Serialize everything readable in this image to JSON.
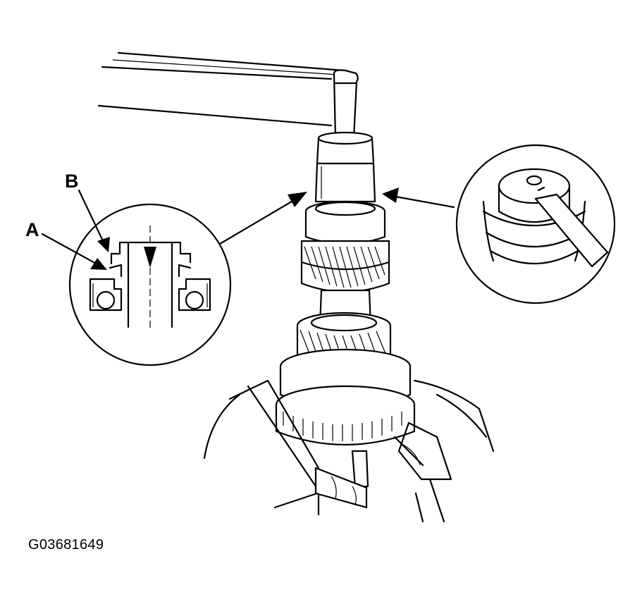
{
  "labels": {
    "a": "A",
    "b": "B"
  },
  "figure_code": "G03681649",
  "icons": [
    "wrench-bar-icon",
    "mainshaft-gear-assembly-icon",
    "bearing-detail-inset",
    "staking-detail-inset"
  ]
}
